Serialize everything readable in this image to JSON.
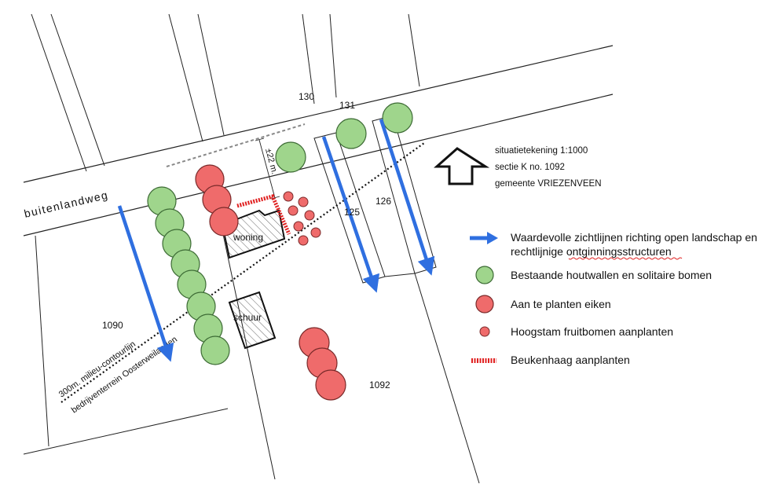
{
  "road": {
    "name": "buitenlandweg"
  },
  "parcels": {
    "p130": "130",
    "p131": "131",
    "p125": "125",
    "p126": "126",
    "p1090": "1090",
    "p1092": "1092"
  },
  "buildings": {
    "house": "woning",
    "barn": "schuur"
  },
  "dimension": {
    "label": "±22 m."
  },
  "contour": {
    "line1": "300m. milieu-contourlijn",
    "line2": "bedrijventerrein Oosterweilanden"
  },
  "info": {
    "line1": "situatietekening  1:1000",
    "line2": "sectie K  no. 1092",
    "line3": "gemeente VRIEZENVEEN"
  },
  "legend": {
    "items": [
      {
        "key": "sightline",
        "label": "Waardevolle zichtlijnen richting open landschap en",
        "label2": "rechtlijnige ontginningsstructuren"
      },
      {
        "key": "existing",
        "label": "Bestaande houtwallen en solitaire bomen"
      },
      {
        "key": "oaks",
        "label": "Aan te planten eiken"
      },
      {
        "key": "fruit",
        "label": "Hoogstam fruitbomen aanplanten"
      },
      {
        "key": "hedge",
        "label": "Beukenhaag aanplanten"
      }
    ]
  },
  "colors": {
    "arrow": "#2f6fe0",
    "existing_fill": "#9fd58c",
    "existing_stroke": "#3d6b35",
    "planted_fill": "#ef6b6b",
    "planted_stroke": "#7a2a2a",
    "hedge": "#e02020"
  }
}
